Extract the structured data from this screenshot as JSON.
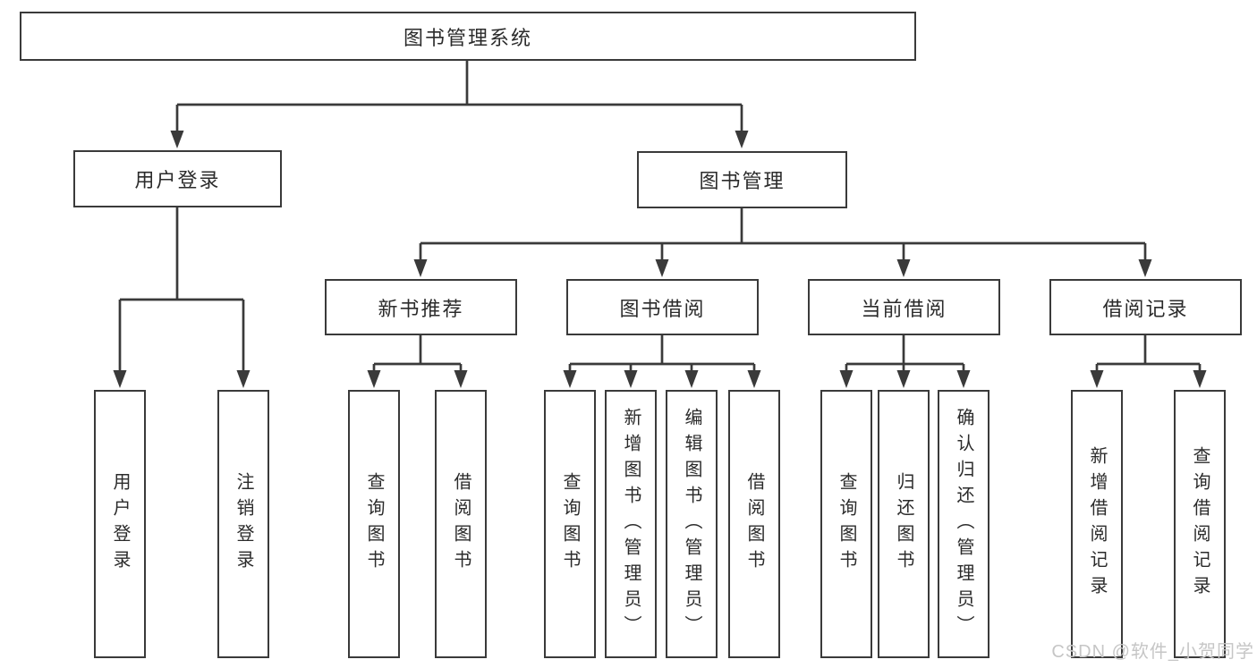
{
  "diagram": {
    "root": {
      "label": "图书管理系统"
    },
    "level2": [
      {
        "label": "用户登录",
        "children": [
          {
            "label": "用户登录"
          },
          {
            "label": "注销登录"
          }
        ]
      },
      {
        "label": "图书管理",
        "children": [
          {
            "label": "新书推荐",
            "children": [
              {
                "label": "查询图书"
              },
              {
                "label": "借阅图书"
              }
            ]
          },
          {
            "label": "图书借阅",
            "children": [
              {
                "label": "查询图书"
              },
              {
                "label": "新增图书（管理员）"
              },
              {
                "label": "编辑图书（管理员）"
              },
              {
                "label": "借阅图书"
              }
            ]
          },
          {
            "label": "当前借阅",
            "children": [
              {
                "label": "查询图书"
              },
              {
                "label": "归还图书"
              },
              {
                "label": "确认归还（管理员）"
              }
            ]
          },
          {
            "label": "借阅记录",
            "children": [
              {
                "label": "新增借阅记录"
              },
              {
                "label": "查询借阅记录"
              }
            ]
          }
        ]
      }
    ]
  },
  "watermark": {
    "label": "CSDN @软件_小贺同学"
  },
  "colors": {
    "line": "#3a3a3a",
    "text": "#2b2b2b",
    "watermark_text": "#c6c6c6",
    "background": "#ffffff"
  }
}
